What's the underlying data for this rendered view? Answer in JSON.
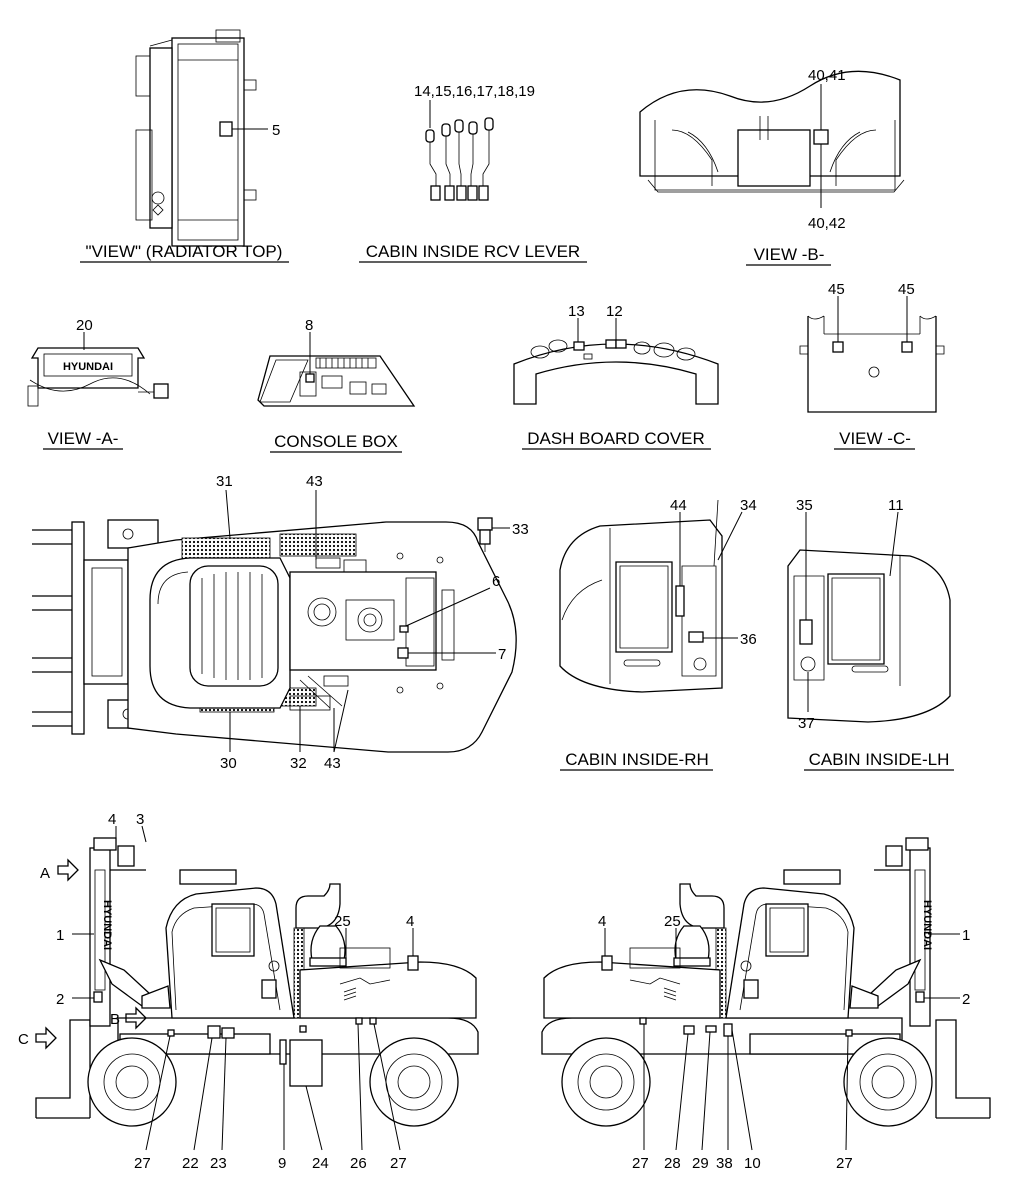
{
  "captions": {
    "radiator": "\"VIEW\" (RADIATOR TOP)",
    "rcv": "CABIN INSIDE RCV LEVER",
    "viewB": "VIEW -B-",
    "viewA": "VIEW -A-",
    "console": "CONSOLE BOX",
    "dash": "DASH BOARD COVER",
    "viewC": "VIEW -C-",
    "rh": "CABIN INSIDE-RH",
    "lh": "CABIN INSIDE-LH"
  },
  "brand": "HYUNDAI",
  "arrows": {
    "a": "A",
    "b": "B",
    "c": "C"
  },
  "callouts": {
    "c5": "5",
    "c14": "14,15,16,17,18,19",
    "c4041": "40,41",
    "c4042": "40,42",
    "c20": "20",
    "c8": "8",
    "c13": "13",
    "c12": "12",
    "c45a": "45",
    "c45b": "45",
    "c31": "31",
    "c43a": "43",
    "c33": "33",
    "c6": "6",
    "c7": "7",
    "c30": "30",
    "c32": "32",
    "c43b": "43",
    "c44": "44",
    "c34": "34",
    "c36": "36",
    "c35": "35",
    "c11": "11",
    "c37": "37",
    "l4": "4",
    "l3": "3",
    "l1": "1",
    "l2": "2",
    "l25": "25",
    "l4b": "4",
    "l27a": "27",
    "l22": "22",
    "l23": "23",
    "l9": "9",
    "l24": "24",
    "l26": "26",
    "l27b": "27",
    "r4": "4",
    "r25": "25",
    "r1": "1",
    "r2": "2",
    "r27a": "27",
    "r28": "28",
    "r29": "29",
    "r38": "38",
    "r10": "10",
    "r27b": "27"
  }
}
